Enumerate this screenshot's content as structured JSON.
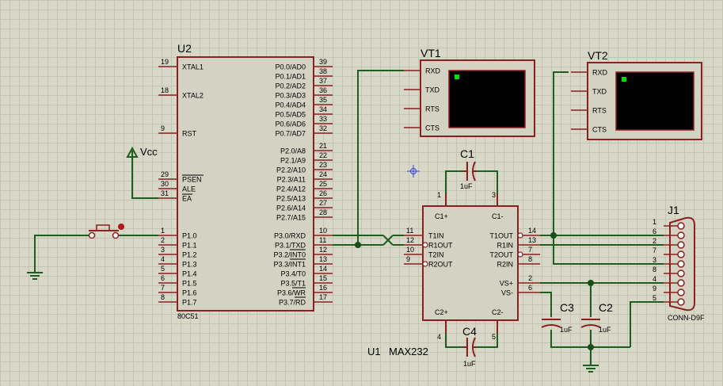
{
  "components": {
    "u2": {
      "ref": "U2",
      "part": "80C51",
      "left_pins": [
        {
          "num": "19",
          "name": "XTAL1"
        },
        {
          "num": "18",
          "name": "XTAL2"
        },
        {
          "num": "9",
          "name": "RST"
        },
        {
          "num": "29",
          "name": "PSEN"
        },
        {
          "num": "30",
          "name": "ALE"
        },
        {
          "num": "31",
          "name": "EA"
        },
        {
          "num": "1",
          "name": "P1.0"
        },
        {
          "num": "2",
          "name": "P1.1"
        },
        {
          "num": "3",
          "name": "P1.2"
        },
        {
          "num": "4",
          "name": "P1.3"
        },
        {
          "num": "5",
          "name": "P1.4"
        },
        {
          "num": "6",
          "name": "P1.5"
        },
        {
          "num": "7",
          "name": "P1.6"
        },
        {
          "num": "8",
          "name": "P1.7"
        }
      ],
      "right_pins": [
        {
          "num": "39",
          "name": "P0.0/AD0"
        },
        {
          "num": "38",
          "name": "P0.1/AD1"
        },
        {
          "num": "37",
          "name": "P0.2/AD2"
        },
        {
          "num": "36",
          "name": "P0.3/AD3"
        },
        {
          "num": "35",
          "name": "P0.4/AD4"
        },
        {
          "num": "34",
          "name": "P0.5/AD5"
        },
        {
          "num": "33",
          "name": "P0.6/AD6"
        },
        {
          "num": "32",
          "name": "P0.7/AD7"
        },
        {
          "num": "21",
          "name": "P2.0/A8"
        },
        {
          "num": "22",
          "name": "P2.1/A9"
        },
        {
          "num": "23",
          "name": "P2.2/A10"
        },
        {
          "num": "24",
          "name": "P2.3/A11"
        },
        {
          "num": "25",
          "name": "P2.4/A12"
        },
        {
          "num": "26",
          "name": "P2.5/A13"
        },
        {
          "num": "27",
          "name": "P2.6/A14"
        },
        {
          "num": "28",
          "name": "P2.7/A15"
        },
        {
          "num": "10",
          "name": "P3.0/RXD"
        },
        {
          "num": "11",
          "name": "P3.1/TXD"
        },
        {
          "num": "12",
          "name": "P3.2/INT0"
        },
        {
          "num": "13",
          "name": "P3.3/INT1"
        },
        {
          "num": "14",
          "name": "P3.4/T0"
        },
        {
          "num": "15",
          "name": "P3.5/T1"
        },
        {
          "num": "16",
          "name": "P3.6/WR"
        },
        {
          "num": "17",
          "name": "P3.7/RD"
        }
      ]
    },
    "u1": {
      "ref": "U1",
      "part": "MAX232",
      "pin_c1p": {
        "num": "1",
        "name": "C1+"
      },
      "pin_c1m": {
        "num": "3",
        "name": "C1-"
      },
      "pin_c2p": {
        "num": "4",
        "name": "C2+"
      },
      "pin_c2m": {
        "num": "5",
        "name": "C2-"
      },
      "left_pins": [
        {
          "num": "11",
          "name": "T1IN"
        },
        {
          "num": "12",
          "name": "R1OUT"
        },
        {
          "num": "10",
          "name": "T2IN"
        },
        {
          "num": "9",
          "name": "R2OUT"
        }
      ],
      "right_pins": [
        {
          "num": "14",
          "name": "T1OUT"
        },
        {
          "num": "13",
          "name": "R1IN"
        },
        {
          "num": "7",
          "name": "T2OUT"
        },
        {
          "num": "8",
          "name": "R2IN"
        },
        {
          "num": "2",
          "name": "VS+"
        },
        {
          "num": "6",
          "name": "VS-"
        }
      ]
    },
    "vt1": {
      "ref": "VT1",
      "pins": [
        "RXD",
        "TXD",
        "RTS",
        "CTS"
      ]
    },
    "vt2": {
      "ref": "VT2",
      "pins": [
        "RXD",
        "TXD",
        "RTS",
        "CTS"
      ]
    },
    "j1": {
      "ref": "J1",
      "part": "CONN-D9F",
      "pins": [
        "1",
        "6",
        "2",
        "7",
        "3",
        "8",
        "4",
        "9",
        "5"
      ]
    },
    "c1": {
      "ref": "C1",
      "value": "1uF"
    },
    "c2": {
      "ref": "C2",
      "value": "1uF"
    },
    "c3": {
      "ref": "C3",
      "value": "1uF"
    },
    "c4": {
      "ref": "C4",
      "value": "1uF"
    },
    "vcc": {
      "label": "Vcc"
    }
  },
  "colors": {
    "wire": "#1f5c1f",
    "body_stroke": "#8b2020",
    "chip_fill": "#d4d2c2",
    "terminal_screen": "#000000",
    "terminal_led": "#00e000",
    "junction": "#1a4d1a",
    "cursor": "#3344dd"
  }
}
